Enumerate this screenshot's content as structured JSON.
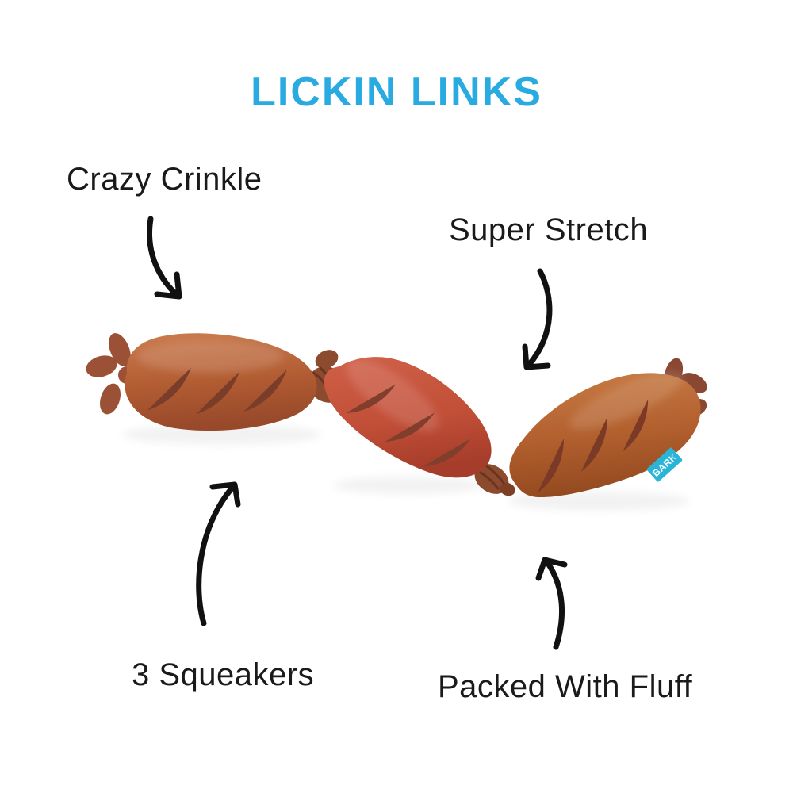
{
  "title": {
    "text": "LICKIN LINKS",
    "color": "#29ABE2"
  },
  "callouts": [
    {
      "id": "crazy-crinkle",
      "label": "Crazy Crinkle"
    },
    {
      "id": "super-stretch",
      "label": "Super Stretch"
    },
    {
      "id": "three-squeakers",
      "label": "3 Squeakers"
    },
    {
      "id": "packed-with-fluff",
      "label": "Packed With Fluff"
    }
  ],
  "product": {
    "name": "Lickin Links plush sausage-links dog toy",
    "tag_text": "BARK",
    "tag_color": "#2AB5D8",
    "colors": {
      "sausage_left": "#B5613A",
      "sausage_middle": "#C14F38",
      "sausage_right": "#B5622F",
      "grill_slash": "#7A3D2A",
      "fluff_left": "#9B5136",
      "fluff_right": "#8A4732",
      "twist_knot": "#8C4A2E"
    }
  },
  "arrow_color": "#111111",
  "label_color": "#1A1A1A"
}
